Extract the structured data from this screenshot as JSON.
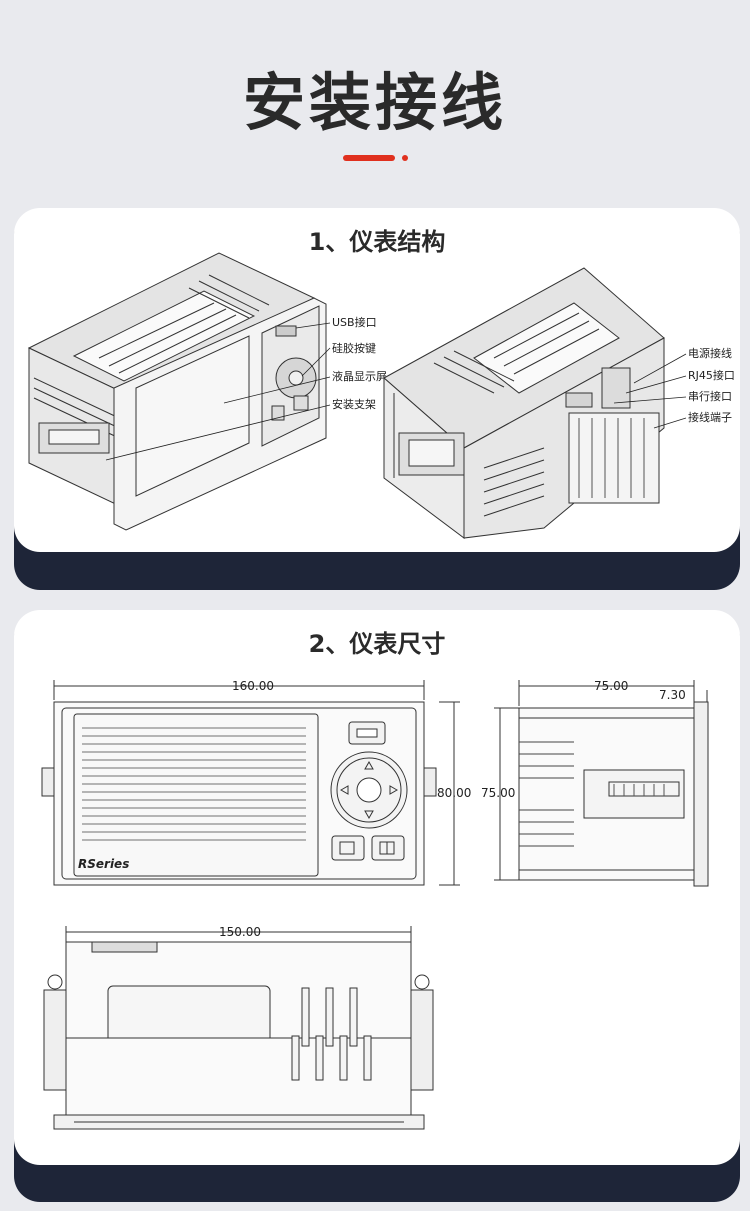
{
  "header": {
    "title": "安装接线"
  },
  "section1": {
    "title": "1、仪表结构",
    "labels_left": [
      "USB接口",
      "硅胶按键",
      "液晶显示屏",
      "安装支架"
    ],
    "labels_right": [
      "电源接线",
      "RJ45接口",
      "串行接口",
      "接线端子"
    ]
  },
  "section2": {
    "title": "2、仪表尺寸",
    "dims": {
      "front_width": "160.00",
      "front_height": "80.00",
      "side_depth": "75.00",
      "side_lip": "7.30",
      "side_height": "75.00",
      "top_width": "150.00"
    },
    "logo_text": "RSeries"
  },
  "colors": {
    "accent": "#e0301e",
    "card_shadow": "#1e2538"
  }
}
